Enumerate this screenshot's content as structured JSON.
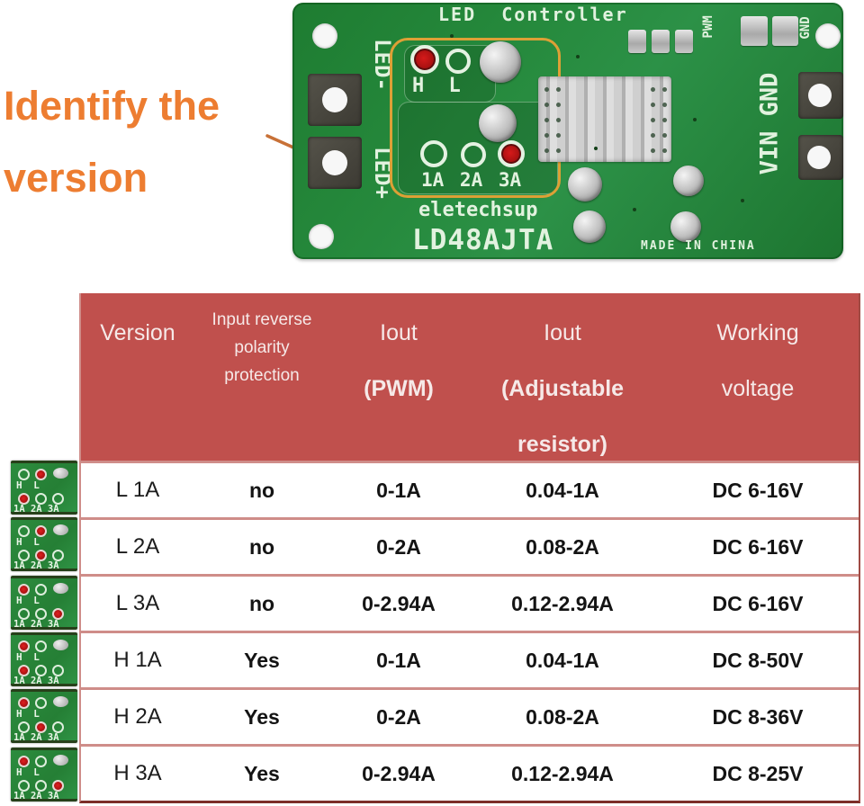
{
  "headline": {
    "line1": "Identify the",
    "line2": "version"
  },
  "pcb": {
    "title": "LED  Controller",
    "pwm_label": "PWM",
    "gnd_label": "GND",
    "vin_gnd_label": "VIN GND",
    "led_minus_label": "LED-",
    "led_plus_label": "LED+",
    "hl_label": "H L",
    "amps_label": "1A 2A 3A",
    "brand": "eletechsup",
    "model": "LD48AJTA",
    "made_in": "MADE IN CHINA",
    "marks": {
      "top": "H",
      "bottom": "3A"
    }
  },
  "thumbs": {
    "hl_label": "H L",
    "amps_label": "1A 2A 3A"
  },
  "table": {
    "header": {
      "version": "Version",
      "protection_lines": [
        "Input reverse",
        "polarity",
        "protection"
      ],
      "iout_pwm_lines": [
        "Iout",
        "(PWM)"
      ],
      "iout_adj_lines": [
        "Iout",
        "(Adjustable",
        "resistor)"
      ],
      "working_lines": [
        "Working",
        "voltage"
      ]
    },
    "rows": [
      {
        "version": "L 1A",
        "protection": "no",
        "iout_pwm": "0-1A",
        "iout_adj": "0.04-1A",
        "voltage": "DC 6-16V",
        "marks": {
          "top": "L",
          "bottom": "1A"
        }
      },
      {
        "version": "L 2A",
        "protection": "no",
        "iout_pwm": "0-2A",
        "iout_adj": "0.08-2A",
        "voltage": "DC 6-16V",
        "marks": {
          "top": "L",
          "bottom": "2A"
        }
      },
      {
        "version": "L 3A",
        "protection": "no",
        "iout_pwm": "0-2.94A",
        "iout_adj": "0.12-2.94A",
        "voltage": "DC 6-16V",
        "marks": {
          "top": "H",
          "bottom": "3A"
        }
      },
      {
        "version": "H 1A",
        "protection": "Yes",
        "iout_pwm": "0-1A",
        "iout_adj": "0.04-1A",
        "voltage": "DC 8-50V",
        "marks": {
          "top": "H",
          "bottom": "1A"
        }
      },
      {
        "version": "H 2A",
        "protection": "Yes",
        "iout_pwm": "0-2A",
        "iout_adj": "0.08-2A",
        "voltage": "DC 8-36V",
        "marks": {
          "top": "H",
          "bottom": "2A"
        }
      },
      {
        "version": "H 3A",
        "protection": "Yes",
        "iout_pwm": "0-2.94A",
        "iout_adj": "0.12-2.94A",
        "voltage": "DC 8-25V",
        "marks": {
          "top": "H",
          "bottom": "3A"
        }
      }
    ]
  },
  "colors": {
    "header_red": "#c0504d",
    "row_border_pink": "#cf8d89",
    "accent_orange": "#ed7d31",
    "pointer_line": "#c87137",
    "highlight_box": "#dda036",
    "pcb_green": "#268a3d",
    "red_marker": "#c41414",
    "silkscreen": "#e2f2df"
  }
}
